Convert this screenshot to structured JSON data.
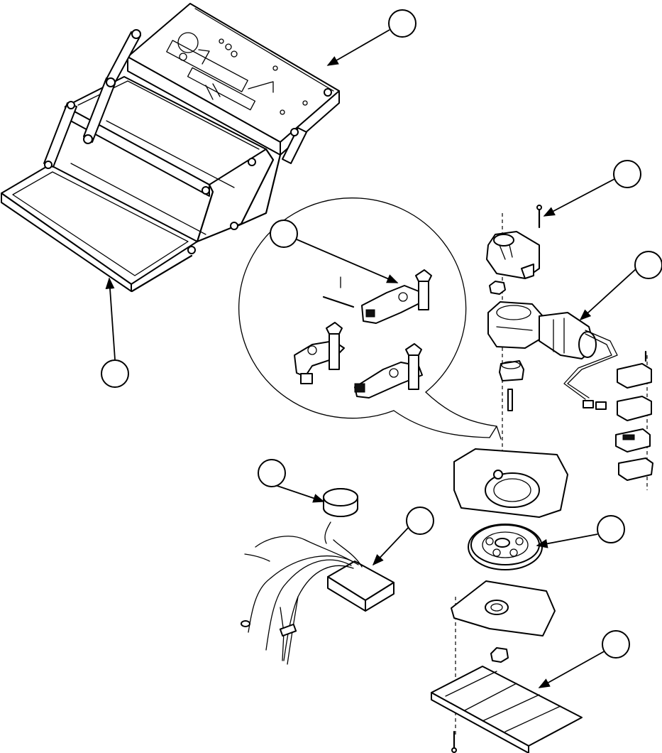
{
  "diagram": {
    "type": "exploded-parts-view",
    "callouts": [
      {
        "id": "callout-1",
        "label": ""
      },
      {
        "id": "callout-2",
        "label": ""
      },
      {
        "id": "callout-3",
        "label": ""
      },
      {
        "id": "callout-4",
        "label": ""
      },
      {
        "id": "callout-5",
        "label": ""
      },
      {
        "id": "callout-6",
        "label": ""
      },
      {
        "id": "callout-7",
        "label": ""
      },
      {
        "id": "callout-8",
        "label": ""
      },
      {
        "id": "callout-9",
        "label": ""
      },
      {
        "id": "callout-10",
        "label": ""
      }
    ],
    "colors": {
      "line": "#000000",
      "background": "#ffffff",
      "part_fill": "#ffffff"
    }
  }
}
